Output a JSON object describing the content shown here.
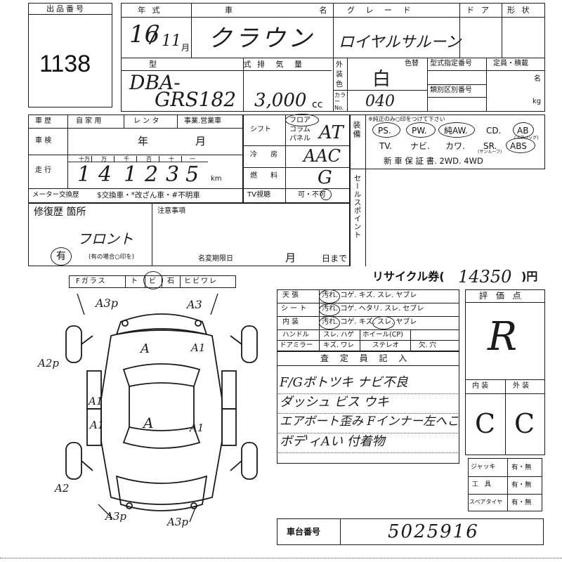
{
  "header": {
    "lot_label": "出品番号",
    "lot_number": "1138",
    "year_label": "年 式",
    "vehicle_label": "車 名",
    "grade_label": "グ レ ー ド",
    "door_label": "ドア",
    "shape_label": "形 状",
    "year_value": "16",
    "month_value": "11",
    "month_suffix": "月",
    "vehicle_name": "クラウン",
    "grade_value": "ロイヤルサルーン",
    "model_label": "型 式",
    "displacement_label": "排 気 量",
    "exterior_color_label": "外装色",
    "color_change_label": "色替",
    "color_code_label": "カラーNo.",
    "model_value_1": "DBA-",
    "model_value_2": "GRS182",
    "displacement_value": "3,000",
    "cc_unit": "cc",
    "color_value": "白",
    "color_code_value": "040",
    "type_designation_label": "型式指定番号",
    "category_label": "類別区別番号",
    "capacity_label": "定員・積載",
    "capacity_unit_1": "名",
    "capacity_unit_2": "kg"
  },
  "history": {
    "car_history_label": "車 歴",
    "private_label": "自 家 用",
    "rental_label": "レ ン タ",
    "business_label": "事業.営業車",
    "inspection_label": "車 検",
    "year_unit": "年",
    "month_unit": "月",
    "mileage_label": "走 行",
    "digit_labels": [
      "十万",
      "万",
      "千",
      "百",
      "十",
      "一"
    ],
    "mileage_digits": [
      "1",
      "4",
      "1",
      "2",
      "3",
      "5"
    ],
    "km_unit": "km",
    "meter_exchange_label": "メーター交換歴",
    "meter_note": "$交換車・*改ざん車・#不明車",
    "shift_label": "シフト",
    "shift_options": [
      "フロア",
      "コラム",
      "パネル"
    ],
    "shift_value": "AT",
    "ac_label": "冷 房",
    "ac_value": "AAC",
    "fuel_label": "燃 料",
    "fuel_value": "G",
    "tv_label": "TV視聴",
    "tv_value": "可・不可",
    "equipment_label": "装備",
    "equipment_note": "※純正のみ○印をつけて下さい",
    "equipment_row1": [
      "PS.",
      "PW.",
      "純AW.",
      "CD.",
      "AB"
    ],
    "equipment_row2": [
      "TV.",
      "ナビ.",
      "カワ.",
      "SR.",
      "ABS"
    ],
    "ab_subnote": "(エアバッグ)",
    "sr_subnote": "(サンルーフ)",
    "warranty_row": "新 車 保 証 書.  2WD.  4WD",
    "sales_point_label": "セールスポイント"
  },
  "repair": {
    "repair_label": "修復歴 箇所",
    "repair_value": "フロント",
    "yes_label": "有",
    "yes_note": "(有の場合○印を)",
    "notes_label": "注意事項",
    "deadline_label": "名変期限日",
    "month_unit": "月",
    "day_unit": "日まで"
  },
  "recycle": {
    "label": "リサイクル券(",
    "value": "14350",
    "suffix": ")円"
  },
  "glass": {
    "label": "Fガラス",
    "opts": [
      "ト",
      "ビ",
      "石",
      "ヒビワレ"
    ]
  },
  "diagram_marks": [
    "A3p",
    "A3",
    "A",
    "A1",
    "A2p",
    "A1",
    "A1",
    "A",
    "A1",
    "A2",
    "A3p",
    "A3p"
  ],
  "interior": {
    "rows": [
      {
        "label": "天 張",
        "opts": "汚れ. コゲ. キズ. スレ. ヤブレ"
      },
      {
        "label": "シ ー ト",
        "opts": "汚れ. コゲ. ヘタリ. スレ. セブレ"
      },
      {
        "label": "内 装",
        "opts": "汚れ. コゲ. キズ. スレ. ヤブレ"
      }
    ],
    "handle_label": "ハンドル",
    "handle_opts": "スレ. ハゲ",
    "wheel_label": "ホイール(CP)",
    "mirror_label": "ドアミラー",
    "mirror_opts": "キズ. ワレ",
    "stereo_label": "ステレオ",
    "stereo_opts": "欠. 穴"
  },
  "inspector": {
    "title": "査 定 員 記 入",
    "lines": [
      "F/Gボトツキ ナビ不良",
      "ダッシュ ビス ウキ",
      "エアボート歪み Fインナー左へこ",
      "ボデ'ィAい 付着物"
    ]
  },
  "rating": {
    "score_label": "評 価 点",
    "score_value": "R",
    "interior_label": "内 装",
    "exterior_label": "外 装",
    "interior_value": "C",
    "exterior_value": "C"
  },
  "accessories": [
    {
      "label": "ジャッキ",
      "opts": "有・無"
    },
    {
      "label": "工 具",
      "opts": "有・無"
    },
    {
      "label": "スペアタイヤ",
      "opts": "有・無"
    }
  ],
  "chassis": {
    "label": "車台番号",
    "value": "5025916"
  }
}
